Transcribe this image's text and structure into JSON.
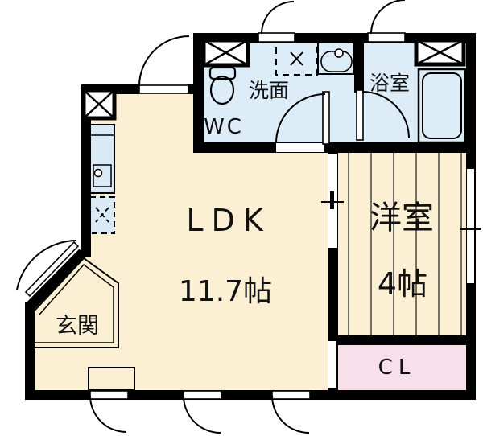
{
  "title": "floorplan",
  "rooms": {
    "ldk": {
      "label": "LDK",
      "size": "11.7帖"
    },
    "western": {
      "label": "洋室",
      "size": "4帖"
    },
    "entrance": {
      "label": "玄関"
    },
    "toilet": {
      "label": "WC"
    },
    "washroom": {
      "label": "洗面"
    },
    "bathroom": {
      "label": "浴室"
    },
    "closet": {
      "label": "CL"
    }
  },
  "colors": {
    "floor_cream": "#FBF0D4",
    "water_blue": "#DCEDF8",
    "fixture_blue": "#D9EAF6",
    "closet_pink": "#F8E0EA",
    "wall_black": "#000000",
    "line_dark": "#1a1a1a",
    "white": "#ffffff"
  }
}
